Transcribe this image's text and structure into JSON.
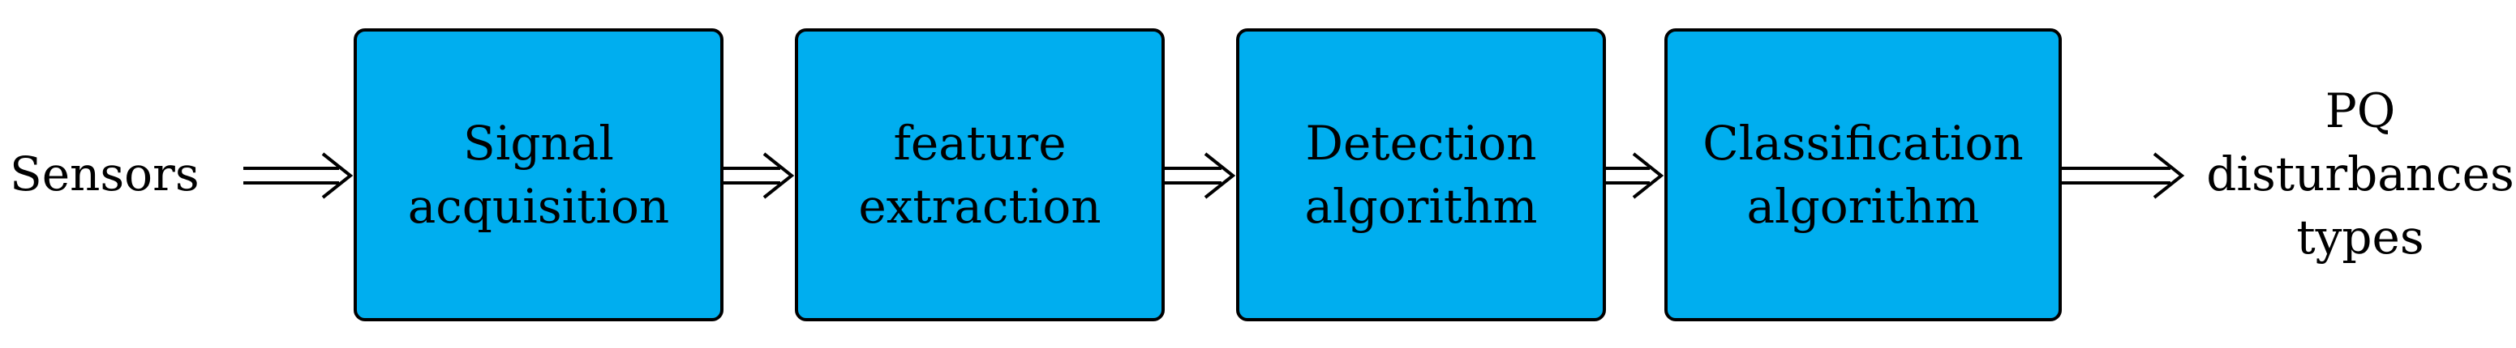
{
  "diagram": {
    "input_label": "Sensors",
    "output_label": "PQ\ndisturbances\ntypes",
    "blocks": [
      {
        "label": "Signal\nacquisition"
      },
      {
        "label": "feature\nextraction"
      },
      {
        "label": "Detection\nalgorithm"
      },
      {
        "label": "Classification\nalgorithm"
      }
    ],
    "colors": {
      "block_fill": "#00aeef",
      "stroke": "#000000",
      "background": "#ffffff"
    },
    "arrow_style": "double-line"
  }
}
